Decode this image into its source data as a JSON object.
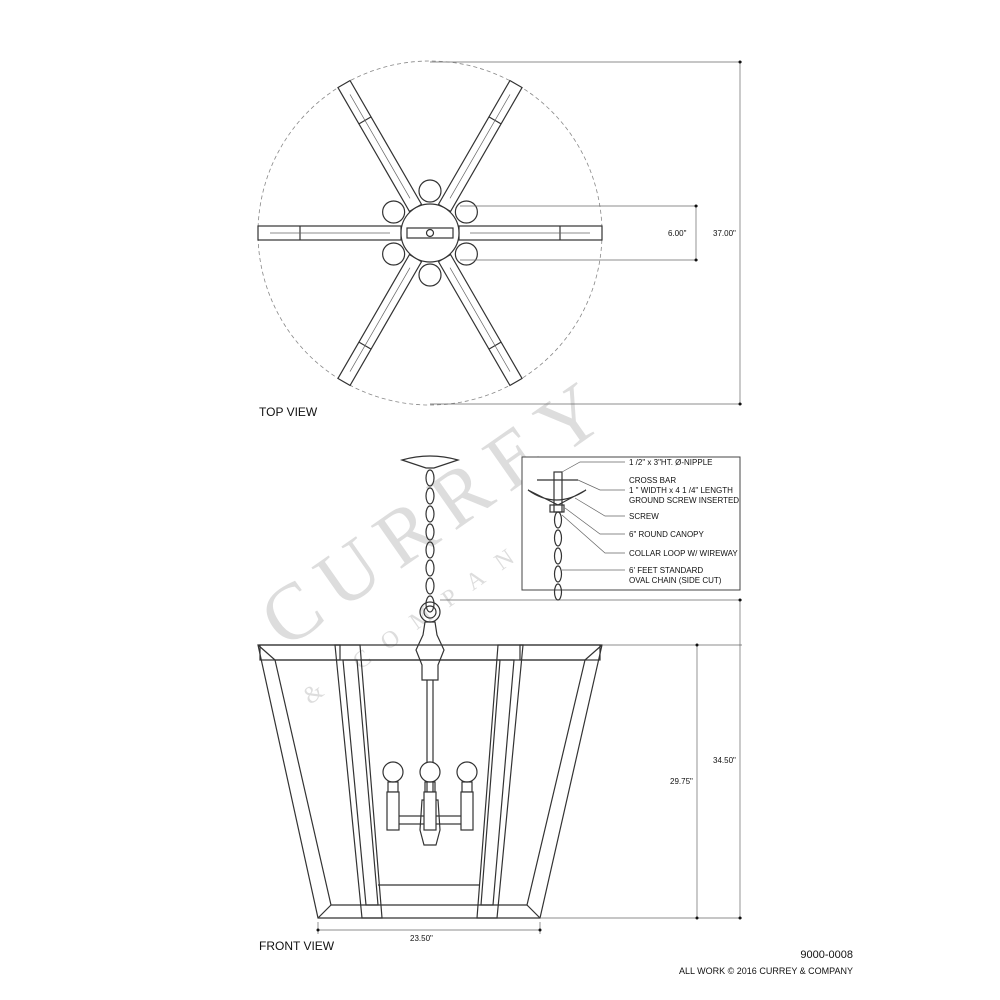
{
  "watermark": {
    "main": "CURREY",
    "sub": "& COMPANY"
  },
  "top_view": {
    "label": "TOP VIEW",
    "dim_diameter": "37.00\"",
    "dim_hub": "6.00\""
  },
  "front_view": {
    "label": "FRONT VIEW",
    "dim_height_total": "34.50\"",
    "dim_height_body": "29.75\"",
    "dim_width_bottom": "23.50\""
  },
  "detail": {
    "callouts": [
      "1 /2\" x 3\"HT. Ø-NIPPLE",
      "CROSS BAR",
      "1 \" WIDTH x 4 1 /4\" LENGTH",
      "GROUND SCREW INSERTED",
      "SCREW",
      "6\" ROUND CANOPY",
      "COLLAR LOOP W/ WIREWAY",
      "6' FEET STANDARD",
      "OVAL CHAIN (SIDE CUT)"
    ]
  },
  "footer": {
    "part_number": "9000-0008",
    "copyright": "ALL WORK © 2016 CURREY & COMPANY"
  }
}
